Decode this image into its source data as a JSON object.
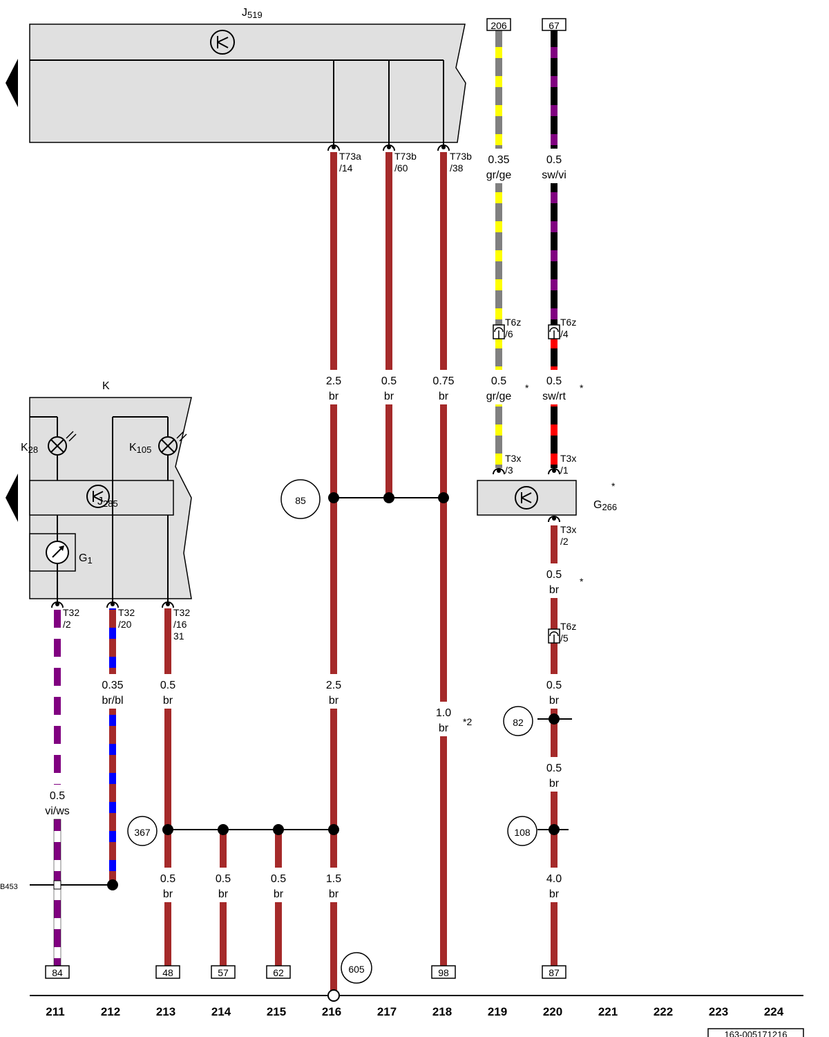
{
  "components": {
    "j519": {
      "main": "J",
      "sub": "519"
    },
    "k": {
      "main": "K"
    },
    "k28": {
      "main": "K",
      "sub": "28"
    },
    "k105": {
      "main": "K",
      "sub": "105"
    },
    "j285": {
      "main": "J",
      "sub": "285"
    },
    "g1": {
      "main": "G",
      "sub": "1"
    },
    "g266": {
      "main": "G",
      "sub": "266",
      "star": "*"
    }
  },
  "connectors": [
    {
      "id": "t73a-14",
      "l1": "T73a",
      "l2": "/14"
    },
    {
      "id": "t73b-60",
      "l1": "T73b",
      "l2": "/60"
    },
    {
      "id": "t73b-38",
      "l1": "T73b",
      "l2": "/38"
    },
    {
      "id": "t6z-6",
      "l1": "T6z",
      "l2": "/6"
    },
    {
      "id": "t6z-4",
      "l1": "T6z",
      "l2": "/4"
    },
    {
      "id": "t3x-3",
      "l1": "T3x",
      "l2": "/3"
    },
    {
      "id": "t3x-1",
      "l1": "T3x",
      "l2": "/1"
    },
    {
      "id": "t3x-2",
      "l1": "T3x",
      "l2": "/2"
    },
    {
      "id": "t6z-5",
      "l1": "T6z",
      "l2": "/5"
    },
    {
      "id": "t32-2",
      "l1": "T32",
      "l2": "/2"
    },
    {
      "id": "t32-20",
      "l1": "T32",
      "l2": "/20"
    },
    {
      "id": "t32-16",
      "l1": "T32",
      "l2": "/16",
      "l3": "31"
    }
  ],
  "wire_labels": [
    {
      "id": "w219-top",
      "size": "0.35",
      "color": "gr/ge"
    },
    {
      "id": "w220-top",
      "size": "0.5",
      "color": "sw/vi"
    },
    {
      "id": "w216-a",
      "size": "2.5",
      "color": "br"
    },
    {
      "id": "w217-a",
      "size": "0.5",
      "color": "br"
    },
    {
      "id": "w218-a",
      "size": "0.75",
      "color": "br"
    },
    {
      "id": "w219-b",
      "size": "0.5",
      "color": "gr/ge",
      "star": "*"
    },
    {
      "id": "w220-b",
      "size": "0.5",
      "color": "sw/rt",
      "star": "*"
    },
    {
      "id": "w220-c",
      "size": "0.5",
      "color": "br",
      "star": "*"
    },
    {
      "id": "w212-a",
      "size": "0.35",
      "color": "br/bl"
    },
    {
      "id": "w213-a",
      "size": "0.5",
      "color": "br"
    },
    {
      "id": "w216-b",
      "size": "2.5",
      "color": "br"
    },
    {
      "id": "w220-d",
      "size": "0.5",
      "color": "br"
    },
    {
      "id": "w218-b",
      "size": "1.0",
      "color": "br",
      "note": "*2"
    },
    {
      "id": "w220-e",
      "size": "0.5",
      "color": "br"
    },
    {
      "id": "w211-a",
      "size": "0.5",
      "color": "vi/ws"
    },
    {
      "id": "w213-b",
      "size": "0.5",
      "color": "br"
    },
    {
      "id": "w214-b",
      "size": "0.5",
      "color": "br"
    },
    {
      "id": "w215-b",
      "size": "0.5",
      "color": "br"
    },
    {
      "id": "w216-c",
      "size": "1.5",
      "color": "br"
    },
    {
      "id": "w220-f",
      "size": "4.0",
      "color": "br"
    }
  ],
  "splices": [
    "85",
    "82",
    "367",
    "108",
    "605"
  ],
  "branch_label": "B453",
  "ref_boxes_top": [
    "206",
    "67"
  ],
  "ref_boxes_bottom": [
    "84",
    "48",
    "57",
    "62",
    "98",
    "87"
  ],
  "columns": [
    "211",
    "212",
    "213",
    "214",
    "215",
    "216",
    "217",
    "218",
    "219",
    "220",
    "221",
    "222",
    "223",
    "224"
  ],
  "drawing_id": "163-005171216",
  "colors": {
    "wire_br": "#a52a2a",
    "wire_gr": "#808080",
    "wire_ge": "#ffff00",
    "wire_sw": "#000000",
    "wire_vi": "#800080",
    "wire_ws": "#ffffff",
    "wire_bl": "#0000ff",
    "wire_rt": "#ff0000",
    "module_fill": "#e0e0e0"
  }
}
